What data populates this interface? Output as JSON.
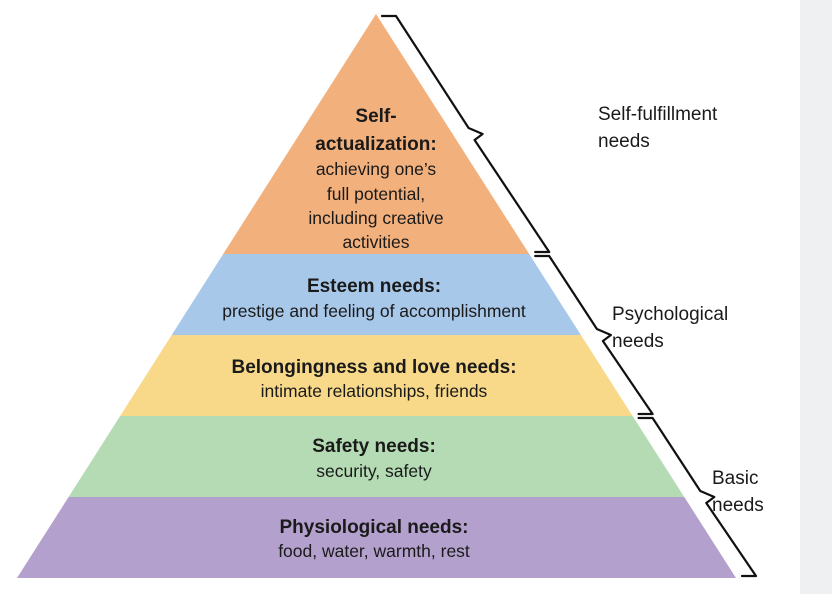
{
  "pyramid": {
    "levels": [
      {
        "title_lines": [
          "Self-",
          "actualization:"
        ],
        "desc_lines": [
          "achieving one’s",
          "full potential,",
          "including creative",
          "activities"
        ],
        "color": "#f2b07c"
      },
      {
        "title_lines": [
          "Esteem needs:"
        ],
        "desc_lines": [
          "prestige and feeling of accomplishment"
        ],
        "color": "#a8c8ea"
      },
      {
        "title_lines": [
          "Belongingness and love needs:"
        ],
        "desc_lines": [
          "intimate relationships, friends"
        ],
        "color": "#f8d98a"
      },
      {
        "title_lines": [
          "Safety needs:"
        ],
        "desc_lines": [
          "security, safety"
        ],
        "color": "#b4dbb4"
      },
      {
        "title_lines": [
          "Physiological needs:"
        ],
        "desc_lines": [
          "food, water, warmth, rest"
        ],
        "color": "#b3a0cd"
      }
    ]
  },
  "groups": [
    {
      "label_lines": [
        "Self-fulfillment",
        "needs"
      ]
    },
    {
      "label_lines": [
        "Psychological",
        "needs"
      ]
    },
    {
      "label_lines": [
        "Basic",
        "needs"
      ]
    }
  ],
  "colors": {
    "text": "#1a1a1a",
    "bracket": "#111111",
    "side_panel": "#eef0f1"
  }
}
